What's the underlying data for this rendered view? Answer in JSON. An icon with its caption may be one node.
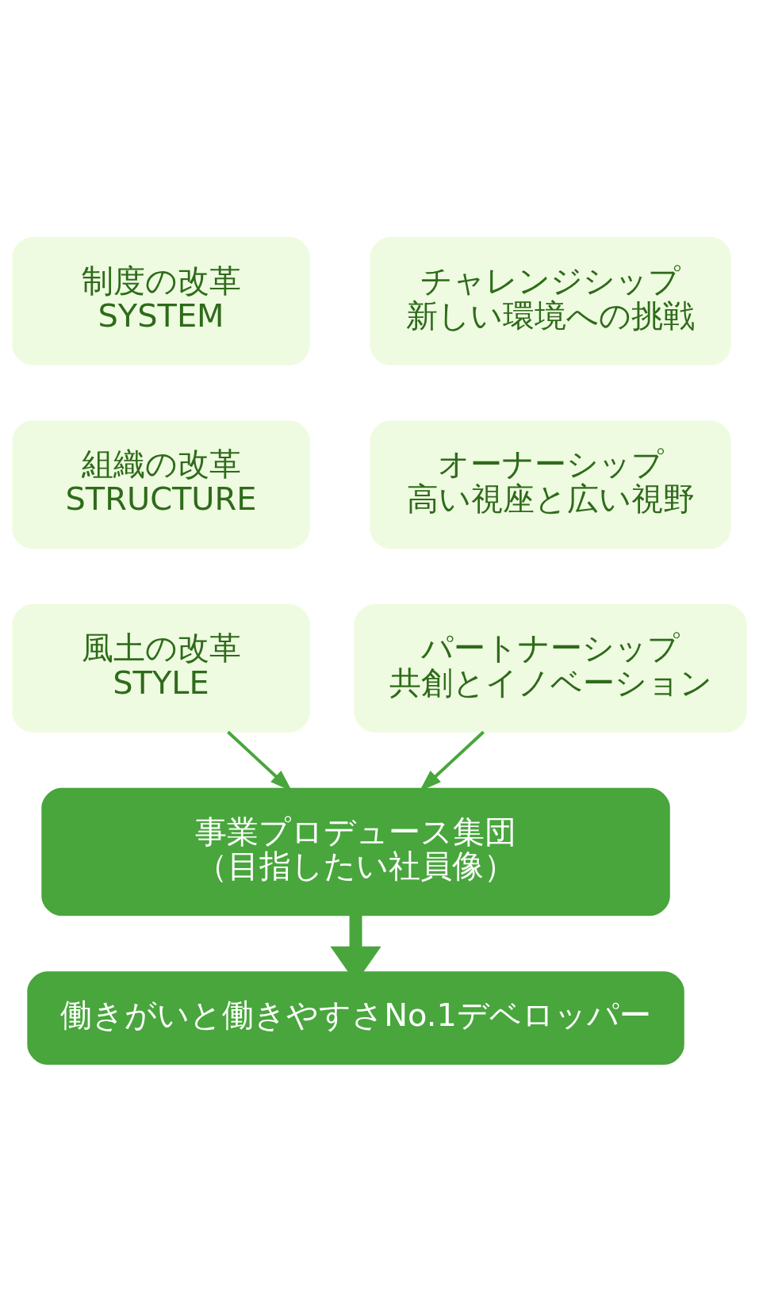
{
  "diagram": {
    "nodes": [
      {
        "text": [
          "制度の改革",
          "SYSTEM"
        ]
      },
      {
        "text": [
          "組織の改革",
          "STRUCTURE"
        ]
      },
      {
        "text": [
          "風土の改革",
          "STYLE"
        ]
      },
      {
        "text": [
          "チャレンジシップ",
          "新しい環境への挑戦"
        ]
      },
      {
        "text": [
          "オーナーシップ",
          "高い視座と広い視野"
        ]
      },
      {
        "text": [
          "パートナーシップ",
          "共創とイノベーション"
        ]
      },
      {
        "text": [
          "事業プロデュース集団",
          "（目指したい社員像）"
        ]
      },
      {
        "text": [
          "働きがいと働きやすさNo.1デベロッパー"
        ]
      }
    ],
    "edges": [
      {
        "from": 2,
        "to": 6,
        "arrow": "to"
      },
      {
        "from": 5,
        "to": 6,
        "arrow": "to"
      },
      {
        "from": 6,
        "to": 7,
        "arrow": "to",
        "style": "thick"
      }
    ]
  }
}
